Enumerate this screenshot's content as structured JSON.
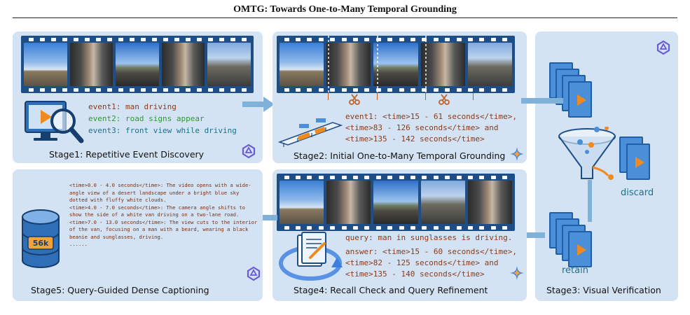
{
  "header": {
    "title": "OMTG: Towards One-to-Many Temporal Grounding"
  },
  "stage1": {
    "label": "Stage1: Repetitive Event Discovery",
    "events": [
      "event1: man driving",
      "event2: road signs appear",
      "event3: front view while driving"
    ]
  },
  "stage2": {
    "label": "Stage2: Initial One-to-Many Temporal Grounding",
    "lines": [
      "event1: <time>15 - 61 seconds</time>,",
      "<time>83 - 126 seconds</time> and",
      "<time>135 - 142 seconds</time>"
    ]
  },
  "stage3": {
    "label": "Stage3: Visual Verification",
    "discard": "discard",
    "retain": "retain"
  },
  "stage4": {
    "label": "Stage4: Recall Check and Query Refinement",
    "query": "query: man in sunglasses is driving.",
    "answer": [
      "answer: <time>15 - 60 seconds</time>,",
      "<time>82 - 125 seconds</time> and",
      "<time>135 - 140 seconds</time>"
    ]
  },
  "stage5": {
    "label": "Stage5: Query-Guided Dense Captioning",
    "badge": "56k",
    "captions": [
      "<time>0.0 - 4.0 seconds</time>: The video opens with a wide-angle view of a desert landscape under a bright blue sky dotted with fluffy white clouds.",
      "<time>4.0 - 7.0 seconds</time>: The camera angle shifts to show the side of a white van driving on a two-lane road.",
      "<time>7.0 - 13.0 seconds</time>: The view cuts to the interior of the van, focusing on a man with a beard, wearing a black beanie and sunglasses, driving.",
      "......"
    ]
  },
  "colors": {
    "panel": "#d3e3f3",
    "film": "#1f4e86",
    "arrow": "#7fb1d9",
    "text_brown": "#8b3a1a",
    "text_green": "#2a9d2a",
    "text_teal": "#1f6f8b"
  }
}
